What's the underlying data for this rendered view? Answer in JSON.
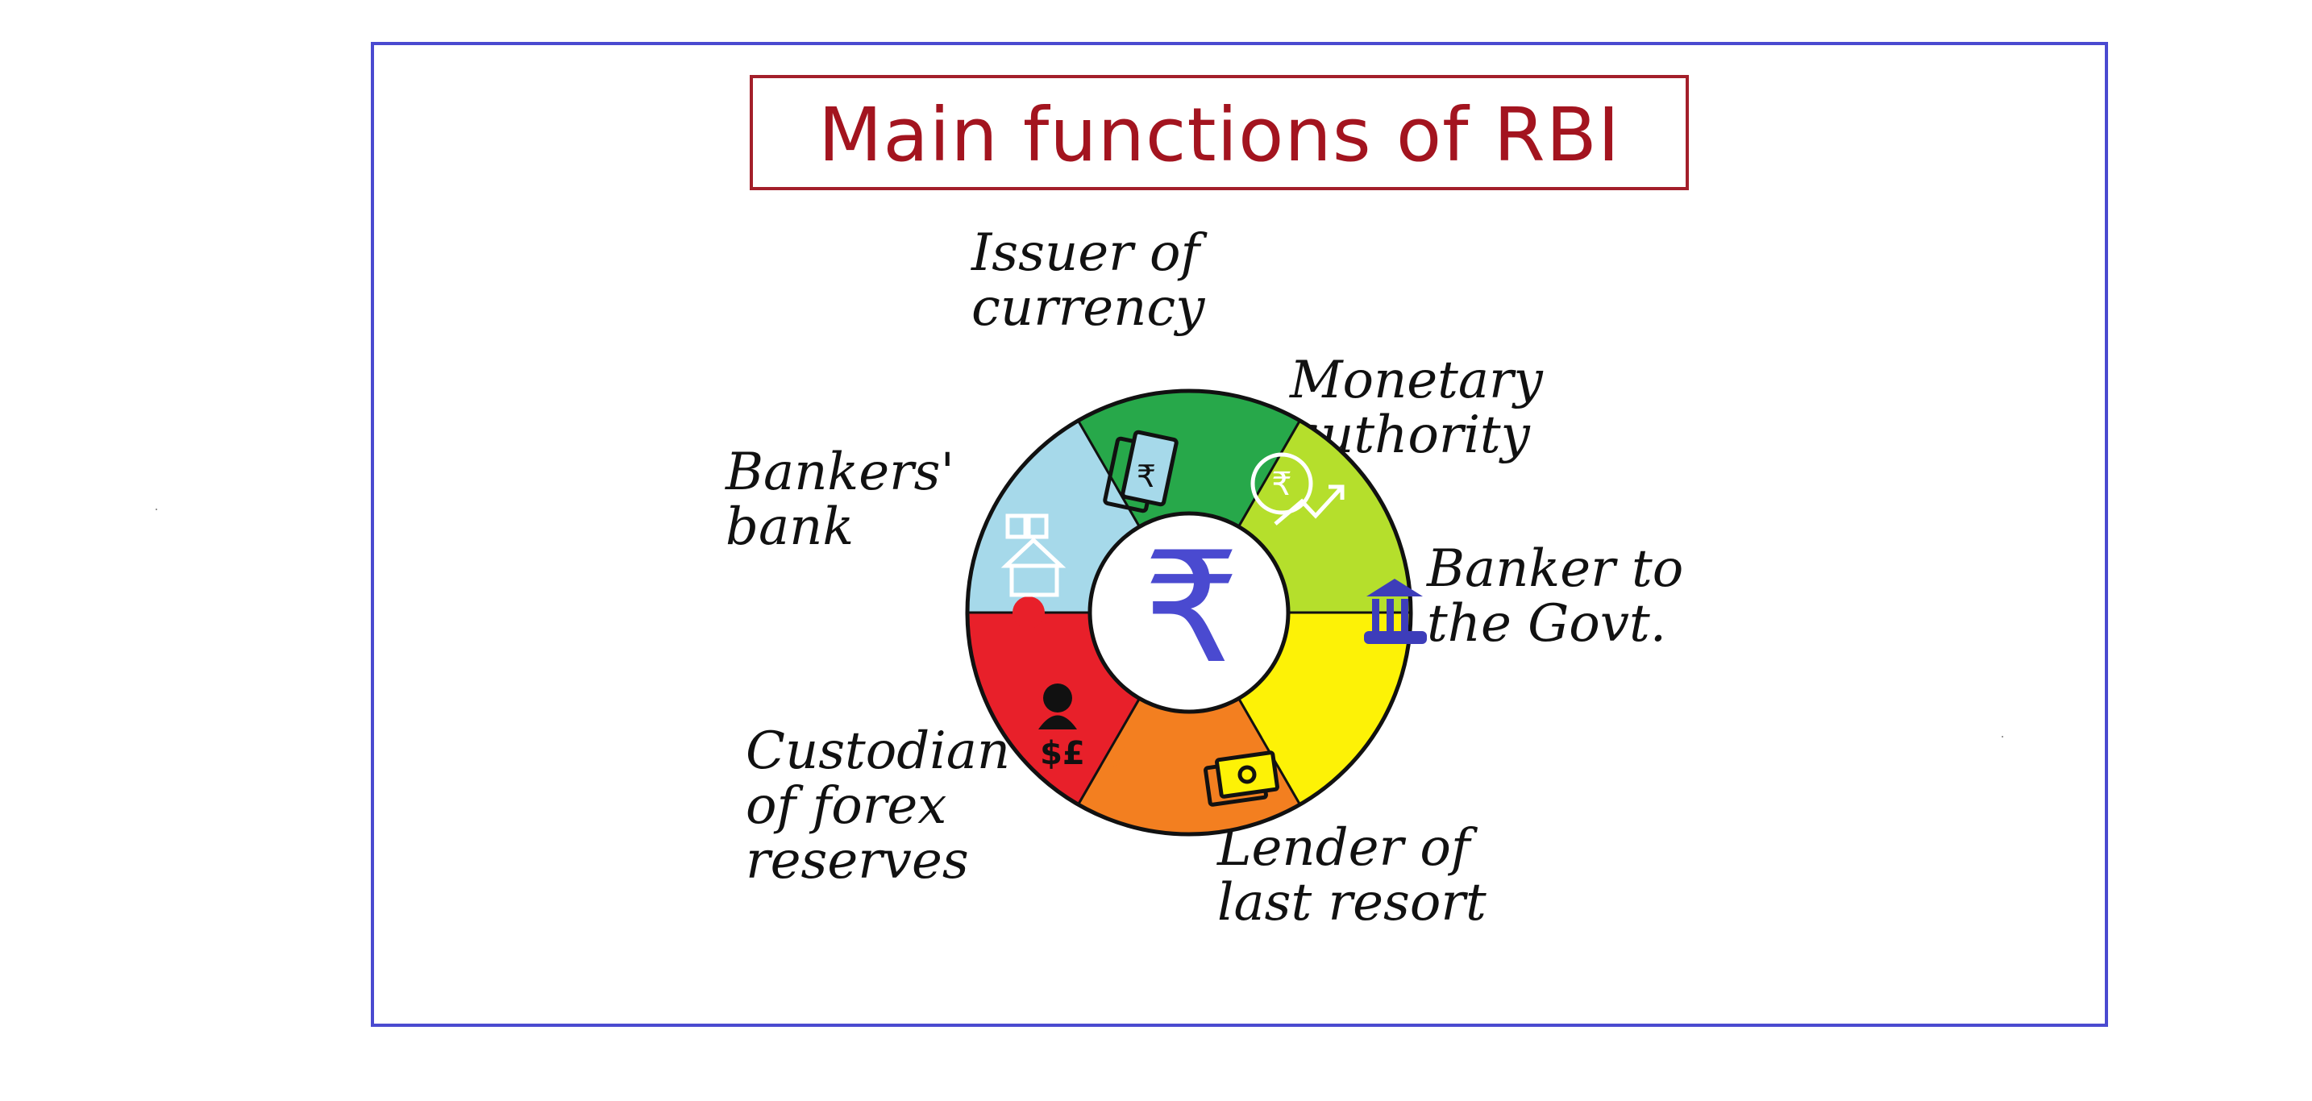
{
  "title": "Main functions of RBI",
  "center_symbol": "₹",
  "functions": [
    {
      "label": "Issuer of\ncurrency",
      "color": "#a6d9ea",
      "icon": "currency-notes-icon"
    },
    {
      "label": "Monetary\nauthority",
      "color": "#27a84a",
      "icon": "rupee-growth-icon"
    },
    {
      "label": "Banker to\nthe Govt.",
      "color": "#b5df2c",
      "icon": "bank-building-icon"
    },
    {
      "label": "Lender of\nlast resort",
      "color": "#fdf206",
      "icon": "cash-note-icon"
    },
    {
      "label": "Custodian\nof forex\nreserves",
      "color": "#f37f20",
      "icon": "forex-money-bag-icon"
    },
    {
      "label": "Bankers'\nbank",
      "color": "#e8202a",
      "icon": "bank-house-icon"
    }
  ],
  "colors": {
    "frame_border": "#4a4ad0",
    "title_border": "#a31f2a",
    "title_text": "#a3141f",
    "center_symbol": "#4a4ad0"
  }
}
